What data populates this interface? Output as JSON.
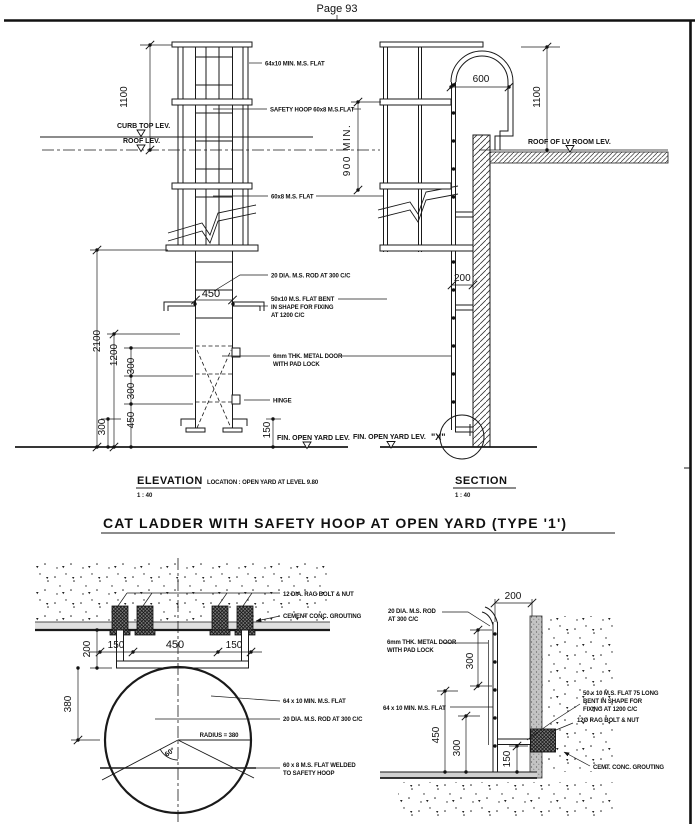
{
  "page": {
    "number_label": "Page 93"
  },
  "drawing_title": "CAT LADDER WITH SAFETY HOOP AT OPEN YARD (TYPE '1')",
  "elevation": {
    "view_label": "ELEVATION",
    "view_scale": "1 : 40",
    "location_note": "LOCATION : OPEN YARD AT LEVEL 9.80",
    "labels": {
      "flat_64x10": "64x10 MIN. M.S. FLAT",
      "safety_hoop": "SAFETY HOOP 60x8 M.S.FLAT",
      "flat_60x8": "60x8 M.S. FLAT",
      "rod_20dia": "20 DIA. M.S. ROD AT 300 C/C",
      "bent_flat_1": "50x10 M.S. FLAT BENT",
      "bent_flat_2": "IN SHAPE FOR FIXING",
      "bent_flat_3": "AT 1200 C/C",
      "metal_door_1": "6mm THK. METAL DOOR",
      "metal_door_2": "WITH PAD LOCK",
      "hinge": "HINGE",
      "curb_top_level": "CURB TOP LEV.",
      "roof_level": "ROOF LEV.",
      "yard_level": "FIN. OPEN YARD LEV."
    },
    "dims": {
      "d1100": "1100",
      "d2100": "2100",
      "d1200": "1200",
      "d300a": "300",
      "d300b": "300",
      "d300c": "300",
      "d450v": "450",
      "d450w": "450",
      "d150": "150"
    }
  },
  "section": {
    "view_label": "SECTION",
    "view_scale": "1 : 40",
    "labels": {
      "lv_roof_level": "ROOF OF LV ROOM LEV.",
      "yard_level": "FIN. OPEN YARD LEV.",
      "detail_mark": "\"X\""
    },
    "dims": {
      "d600": "600",
      "d1100": "1100",
      "d900": "900 MIN.",
      "d200": "200"
    }
  },
  "hoop_detail": {
    "labels": {
      "rag_bolt": "12 DIA. RAG BOLT & NUT",
      "grouting": "CEMENT CONC. GROUTING",
      "flat_64x10": "64 x 10 MIN. M.S. FLAT",
      "rod_20dia": "20 DIA. M.S. ROD AT 300 C/C",
      "welded_flat_1": "60 x 8 M.S. FLAT WELDED",
      "welded_flat_2": "TO SAFETY HOOP",
      "radius": "RADIUS = 380",
      "angle": "60°"
    },
    "dims": {
      "d200": "200",
      "d150a": "150",
      "d450": "450",
      "d150b": "150",
      "d380": "380"
    }
  },
  "x_detail": {
    "labels": {
      "rod_1": "20 DIA. M.S. ROD",
      "rod_2": "AT 300 C/C",
      "door_1": "6mm THK. METAL DOOR",
      "door_2": "WITH PAD LOCK",
      "flat_64x10": "64 x 10 MIN. M.S. FLAT",
      "bent_1": "50 x 10 M.S. FLAT 75 LONG",
      "bent_2": "BENT IN SHAPE FOR",
      "bent_3": "FIXING AT 1200 C/C",
      "rag_bolt": "12Ø RAG BOLT & NUT",
      "grouting": "CEMT. CONC. GROUTING"
    },
    "dims": {
      "d200": "200",
      "d300a": "300",
      "d450": "450",
      "d300b": "300",
      "d150": "150"
    }
  }
}
